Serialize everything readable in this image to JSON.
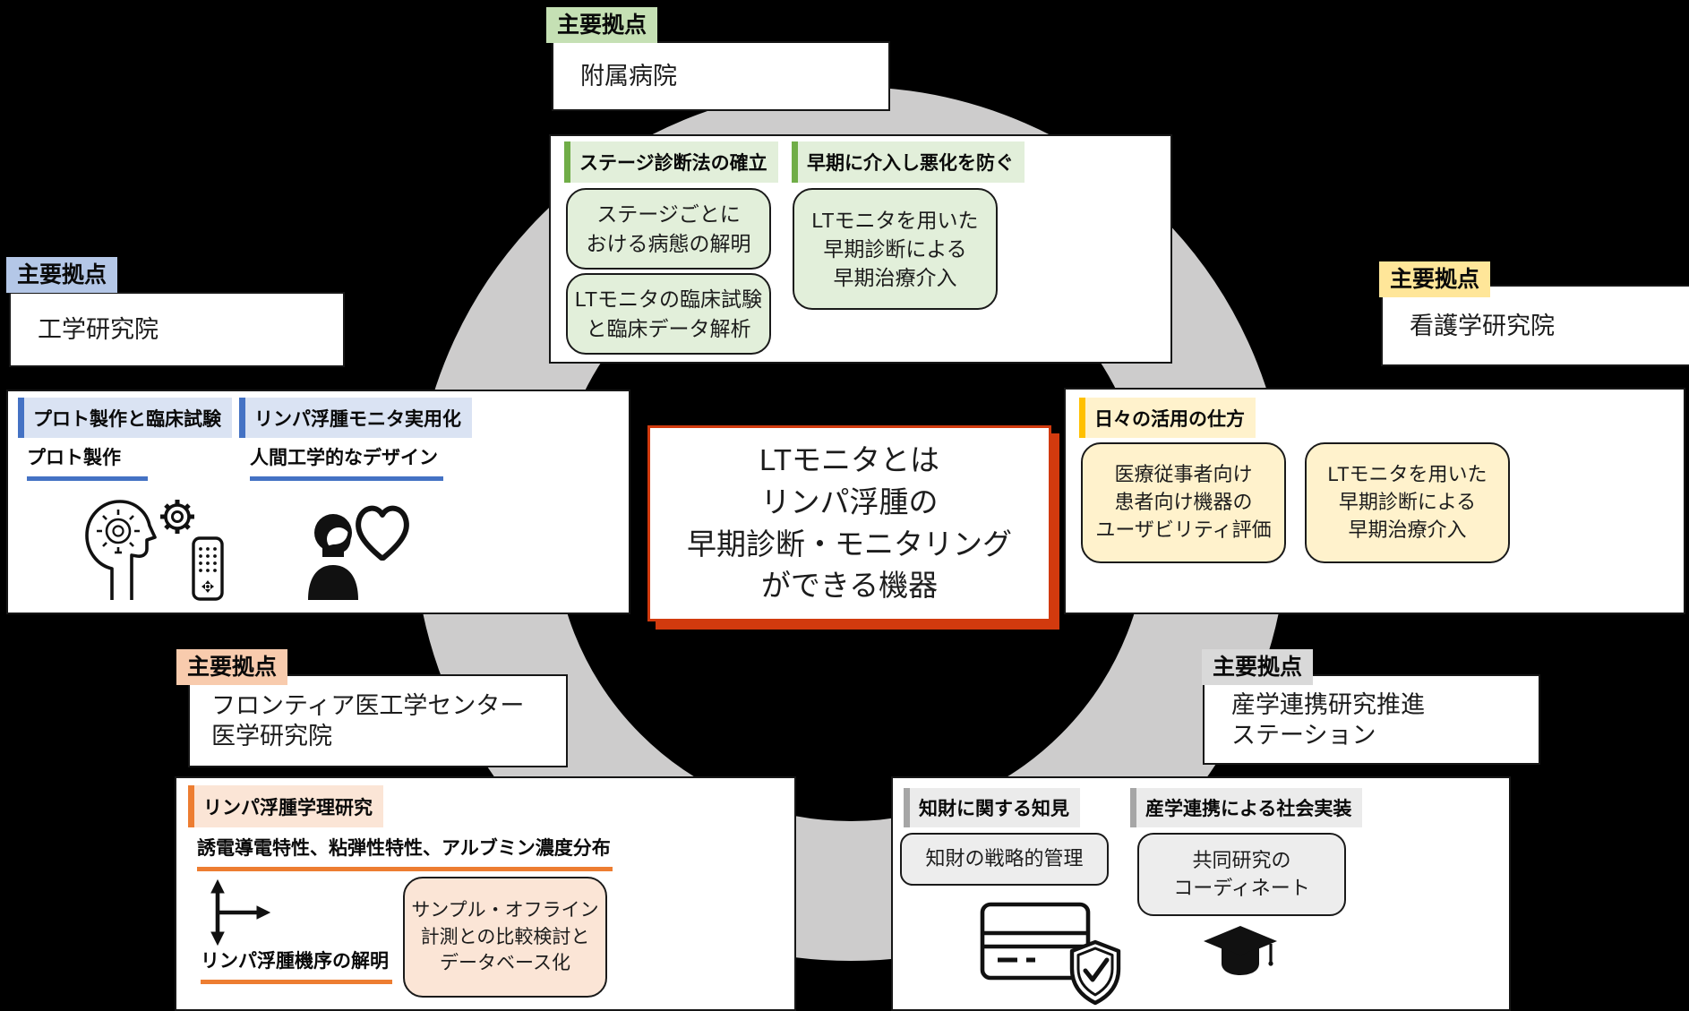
{
  "title": "LTモニタ研究体制図",
  "center": {
    "statement": "LTモニタとは\nリンパ浮腫の\n早期診断・モニタリング\nができる機器"
  },
  "bases": {
    "top": {
      "tag": "主要拠点",
      "name": "附属病院"
    },
    "left": {
      "tag": "主要拠点",
      "name": "工学研究院"
    },
    "right": {
      "tag": "主要拠点",
      "name": "看護学研究院"
    },
    "bottom_left": {
      "tag": "主要拠点",
      "name": "フロンティア医工学センター\n医学研究院"
    },
    "bottom_right": {
      "tag": "主要拠点",
      "name": "産学連携研究推進\nステーション"
    }
  },
  "clinical": {
    "header1": "ステージ診断法の確立",
    "box1": "ステージごとに\nおける病態の解明",
    "box2": "LTモニタの臨床試験\nと臨床データ解析",
    "header2": "早期に介入し悪化を防ぐ",
    "box3": "LTモニタを用いた\n早期診断による\n早期治療介入"
  },
  "engineering": {
    "header1": "プロト製作と臨床試験",
    "sub1": "プロト製作",
    "header2": "リンパ浮腫モニタ実用化",
    "sub2": "人間工学的なデザイン"
  },
  "nursing": {
    "header": "日々の活用の仕方",
    "box1": "医療従事者向け\n患者向け機器の\nユーザビリティ評価",
    "box2": "LTモニタを用いた\n早期診断による\n早期治療介入"
  },
  "science": {
    "header": "リンパ浮腫学理研究",
    "sub1": "誘電導電特性、粘弾性特性、アルブミン濃度分布",
    "box": "サンプル・オフライン\n計測との比較検討と\nデータベース化",
    "sub2": "リンパ浮腫機序の解明"
  },
  "collaboration": {
    "header1": "知財に関する知見",
    "box1": "知財の戦略的管理",
    "header2": "産学連携による社会実装",
    "box2": "共同研究の\nコーディネート"
  },
  "icons": {
    "engineering": [
      "head-lightbulb-icon",
      "gear-icon",
      "remote-control-icon",
      "woman-heart-icon"
    ],
    "science": [
      "axes-arrows-icon"
    ],
    "collaboration": [
      "credit-card-shield-icon",
      "graduation-cap-icon"
    ]
  },
  "colors": {
    "green_accent": "#70ad47",
    "green_light": "#e2efda",
    "green_label": "#c5e0b4",
    "blue_accent": "#4472c4",
    "blue_light": "#dae3f3",
    "blue_label": "#b4c7e7",
    "yellow_accent": "#ffc000",
    "yellow_light": "#fff2cc",
    "yellow_label": "#ffe699",
    "orange_accent": "#ed7d31",
    "orange_light": "#fbe5d6",
    "orange_label": "#f8cbad",
    "gray_accent": "#a6a6a6",
    "gray_light": "#ededed",
    "gray_label": "#d9d9d9",
    "center_border": "#d23a0e",
    "ring": "#cdcccc"
  }
}
